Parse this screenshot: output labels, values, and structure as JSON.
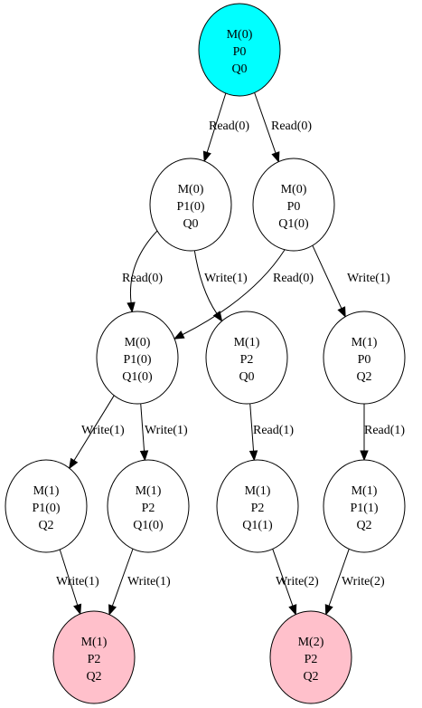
{
  "colors": {
    "start": "#00ffff",
    "final": "#ffc0cb",
    "default": "#ffffff"
  },
  "nodes": [
    {
      "id": "n0",
      "lines": [
        "M(0)",
        "P0",
        "Q0"
      ],
      "status": "start"
    },
    {
      "id": "n1",
      "lines": [
        "M(0)",
        "P1(0)",
        "Q0"
      ],
      "status": "default"
    },
    {
      "id": "n2",
      "lines": [
        "M(0)",
        "P0",
        "Q1(0)"
      ],
      "status": "default"
    },
    {
      "id": "n3",
      "lines": [
        "M(0)",
        "P1(0)",
        "Q1(0)"
      ],
      "status": "default"
    },
    {
      "id": "n4",
      "lines": [
        "M(1)",
        "P2",
        "Q0"
      ],
      "status": "default"
    },
    {
      "id": "n5",
      "lines": [
        "M(1)",
        "P0",
        "Q2"
      ],
      "status": "default"
    },
    {
      "id": "n6",
      "lines": [
        "M(1)",
        "P1(0)",
        "Q2"
      ],
      "status": "default"
    },
    {
      "id": "n7",
      "lines": [
        "M(1)",
        "P2",
        "Q1(0)"
      ],
      "status": "default"
    },
    {
      "id": "n8",
      "lines": [
        "M(1)",
        "P2",
        "Q1(1)"
      ],
      "status": "default"
    },
    {
      "id": "n9",
      "lines": [
        "M(1)",
        "P1(1)",
        "Q2"
      ],
      "status": "default"
    },
    {
      "id": "n10",
      "lines": [
        "M(1)",
        "P2",
        "Q2"
      ],
      "status": "final"
    },
    {
      "id": "n11",
      "lines": [
        "M(2)",
        "P2",
        "Q2"
      ],
      "status": "final"
    }
  ],
  "edges": [
    {
      "from": "n0",
      "to": "n1",
      "label": "Read(0)"
    },
    {
      "from": "n0",
      "to": "n2",
      "label": "Read(0)"
    },
    {
      "from": "n1",
      "to": "n3",
      "label": "Read(0)"
    },
    {
      "from": "n1",
      "to": "n4",
      "label": "Write(1)"
    },
    {
      "from": "n2",
      "to": "n3",
      "label": "Read(0)"
    },
    {
      "from": "n2",
      "to": "n5",
      "label": "Write(1)"
    },
    {
      "from": "n3",
      "to": "n6",
      "label": "Write(1)"
    },
    {
      "from": "n3",
      "to": "n7",
      "label": "Write(1)"
    },
    {
      "from": "n4",
      "to": "n8",
      "label": "Read(1)"
    },
    {
      "from": "n5",
      "to": "n9",
      "label": "Read(1)"
    },
    {
      "from": "n6",
      "to": "n10",
      "label": "Write(1)"
    },
    {
      "from": "n7",
      "to": "n10",
      "label": "Write(1)"
    },
    {
      "from": "n8",
      "to": "n11",
      "label": "Write(2)"
    },
    {
      "from": "n9",
      "to": "n11",
      "label": "Write(2)"
    }
  ]
}
